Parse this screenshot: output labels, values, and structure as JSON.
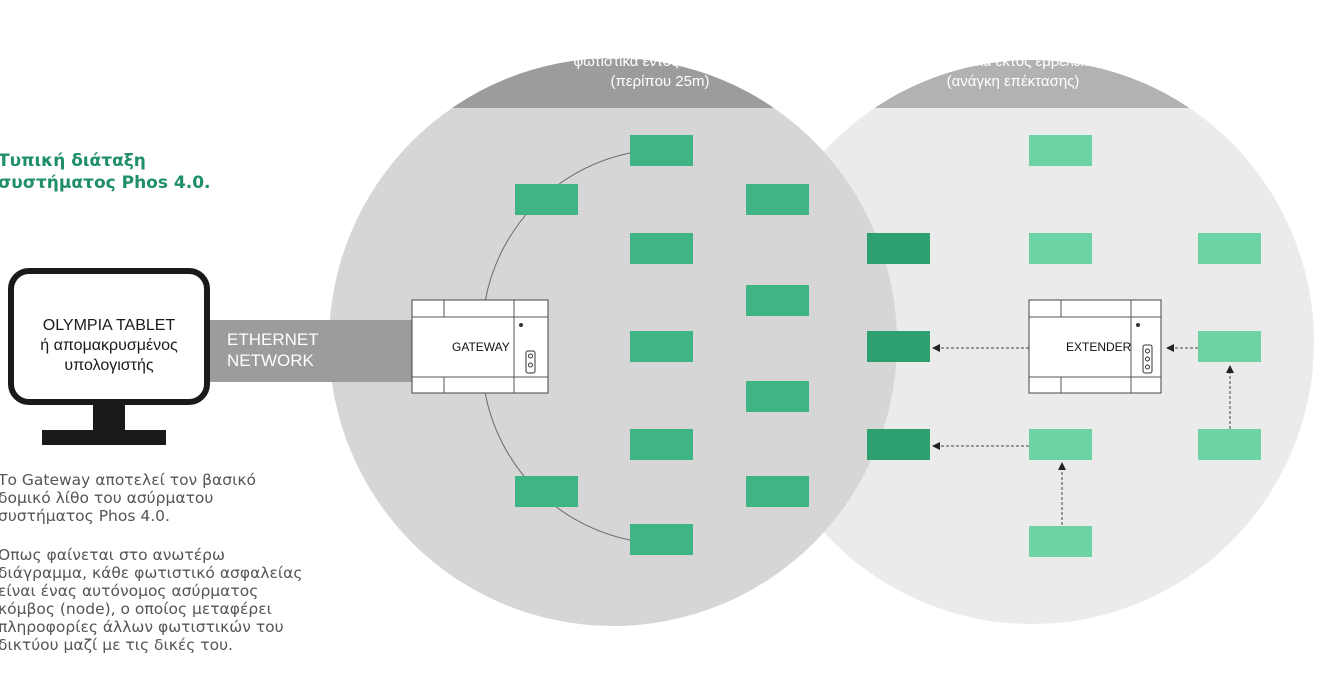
{
  "heading": {
    "line1": "Τυπική διάταξη",
    "line2": "συστήματος Phos 4.0."
  },
  "circles": {
    "in_range_label_1": "φωτιστικά εντός εμβέλειας",
    "in_range_label_2": "(περίπου 25m)",
    "out_range_label_1": "φωτιστικά εκτός εμβέλειας",
    "out_range_label_2": "(ανάγκη επέκτασης)"
  },
  "monitor": {
    "line1": "OLYMPIA TABLET",
    "line2": "ή απομακρυσμένος",
    "line3": "υπολογιστής"
  },
  "network": {
    "line1": "ETHERNET",
    "line2": "NETWORK"
  },
  "gateway": {
    "label": "GATEWAY"
  },
  "extender": {
    "label": "EXTENDER"
  },
  "description": {
    "p1": [
      "Το Gateway αποτελεί τον βασικό",
      "δομικό λίθο του ασύρματου",
      "συστήματος Phos 4.0."
    ],
    "p2": [
      "Οπως φαίνεται στο ανωτέρω",
      "διάγραμμα, κάθε φωτιστικό ασφαλείας",
      "είναι ένας αυτόνομος ασύρματος",
      "κόμβος (node), ο οποίος μεταφέρει",
      "πληροφορίες άλλων φωτιστικών του",
      "δικτύου μαζί με τις δικές του."
    ]
  },
  "colors": {
    "node_dark": "#3fb585",
    "node_darker": "#2ea070",
    "node_light": "#6cd3a5",
    "heading": "#1f8f68",
    "circle_left": "#d6d6d6",
    "circle_right": "#ebebeb"
  }
}
